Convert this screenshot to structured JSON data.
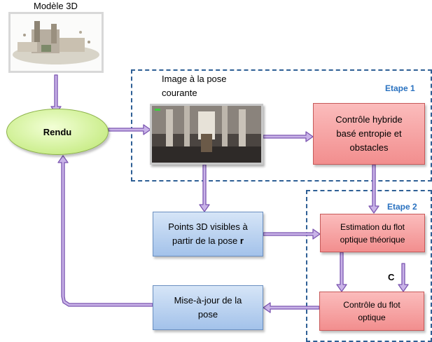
{
  "model_title": "Modèle 3D",
  "image_caption_line1": "Image à la pose",
  "image_caption_line2": "courante",
  "stage1_label": "Etape 1",
  "stage2_label": "Etape 2",
  "rendu_label": "Rendu",
  "hybrid_control": [
    "Contrôle hybride",
    "basé entropie et",
    "obstacles"
  ],
  "visible_points": {
    "line1": "Points 3D visibles à",
    "line2_prefix": "partir de la pose ",
    "line2_bold": "r"
  },
  "flow_estimation": [
    "Estimation du flot",
    "optique théorique"
  ],
  "flow_control": [
    "Contrôle du flot",
    "optique"
  ],
  "pose_update": [
    "Mise-à-jour de la",
    "pose"
  ],
  "c_label": "C",
  "colors": {
    "stage_border": "#2e5f95",
    "stage_label": "#2a72c0",
    "arrow_fill": "#c9b3e8",
    "arrow_stroke": "#7b55b0"
  }
}
